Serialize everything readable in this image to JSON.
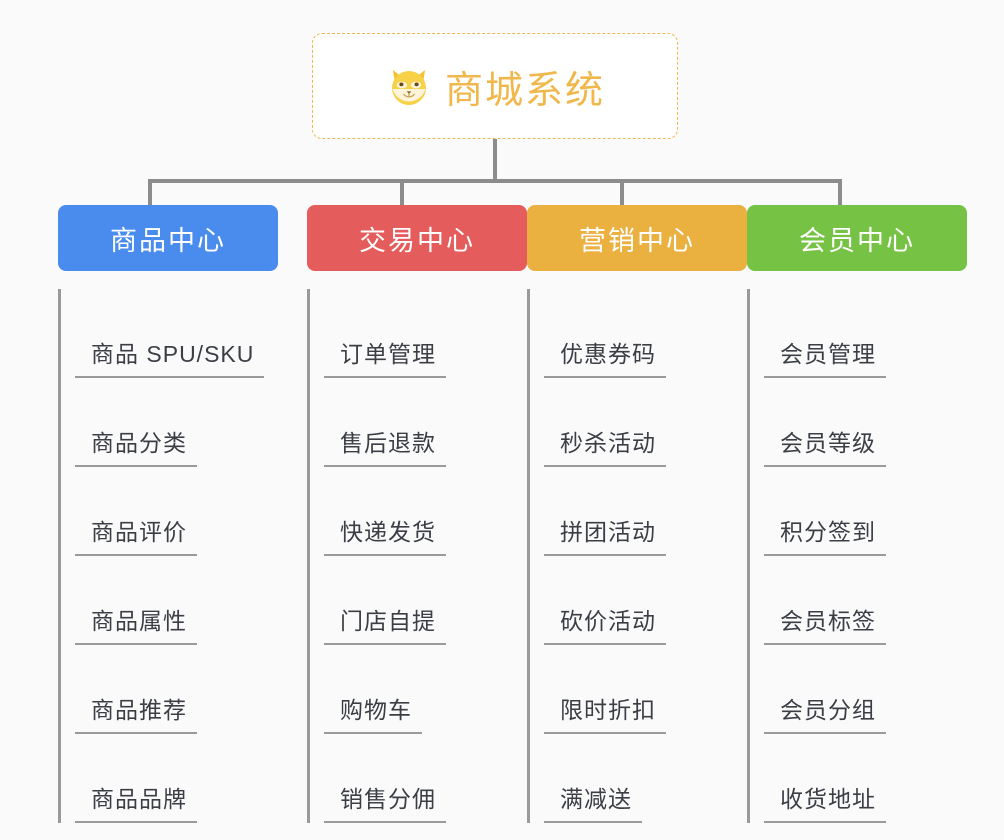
{
  "page": {
    "background_color": "#fafafa",
    "diagram_type": "org-chart-mindmap"
  },
  "root": {
    "title": "商城系统",
    "icon": "shiba-dog-face-emoji",
    "text_color": "#f0b74a",
    "border_color": "#e8b94f",
    "background_color": "#ffffff"
  },
  "connector": {
    "color": "#8c8c8c"
  },
  "columns": [
    {
      "header": "商品中心",
      "color": "#4a8bee",
      "items": [
        "商品 SPU/SKU",
        "商品分类",
        "商品评价",
        "商品属性",
        "商品推荐",
        "商品品牌"
      ]
    },
    {
      "header": "交易中心",
      "color": "#e55c5c",
      "items": [
        "订单管理",
        "售后退款",
        "快递发货",
        "门店自提",
        "购物车",
        "销售分佣"
      ]
    },
    {
      "header": "营销中心",
      "color": "#eab040",
      "items": [
        "优惠券码",
        "秒杀活动",
        "拼团活动",
        "砍价活动",
        "限时折扣",
        "满减送"
      ]
    },
    {
      "header": "会员中心",
      "color": "#76c244",
      "items": [
        "会员管理",
        "会员等级",
        "积分签到",
        "会员标签",
        "会员分组",
        "收货地址"
      ]
    }
  ]
}
